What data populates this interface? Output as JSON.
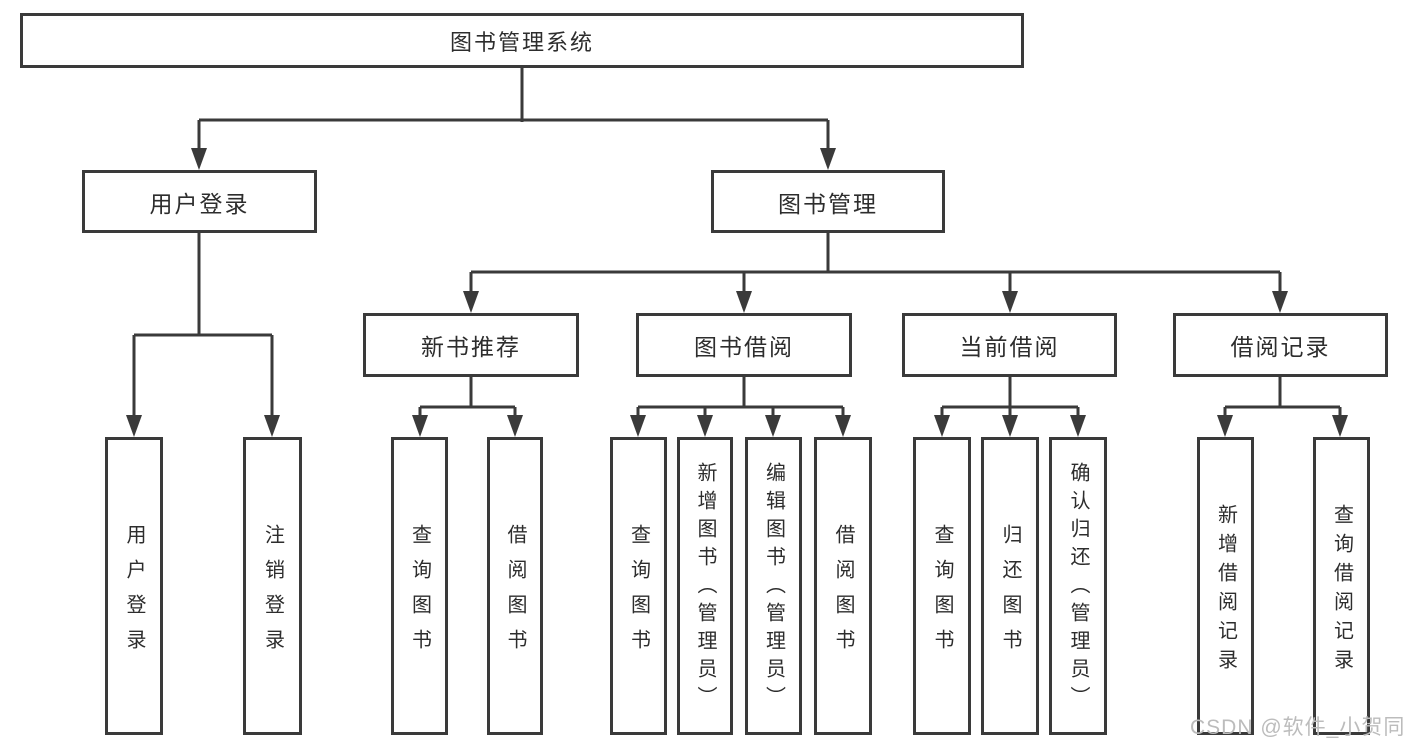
{
  "tree": {
    "root": "图书管理系统",
    "branches": [
      {
        "label": "用户登录",
        "leaves": [
          "用户登录",
          "注销登录"
        ]
      },
      {
        "label": "图书管理",
        "groups": [
          {
            "label": "新书推荐",
            "leaves": [
              "查询图书",
              "借阅图书"
            ]
          },
          {
            "label": "图书借阅",
            "leaves": [
              "查询图书",
              "新增图书（管理员）",
              "编辑图书（管理员）",
              "借阅图书"
            ]
          },
          {
            "label": "当前借阅",
            "leaves": [
              "查询图书",
              "归还图书",
              "确认归还（管理员）"
            ]
          },
          {
            "label": "借阅记录",
            "leaves": [
              "新增借阅记录",
              "查询借阅记录"
            ]
          }
        ]
      }
    ]
  },
  "watermark": "CSDN @软件_小贺同学",
  "colors": {
    "line": "#3a3a3a",
    "text": "#2d2d2d",
    "watermark_text": "#bcbcbc",
    "background": "#ffffff"
  }
}
